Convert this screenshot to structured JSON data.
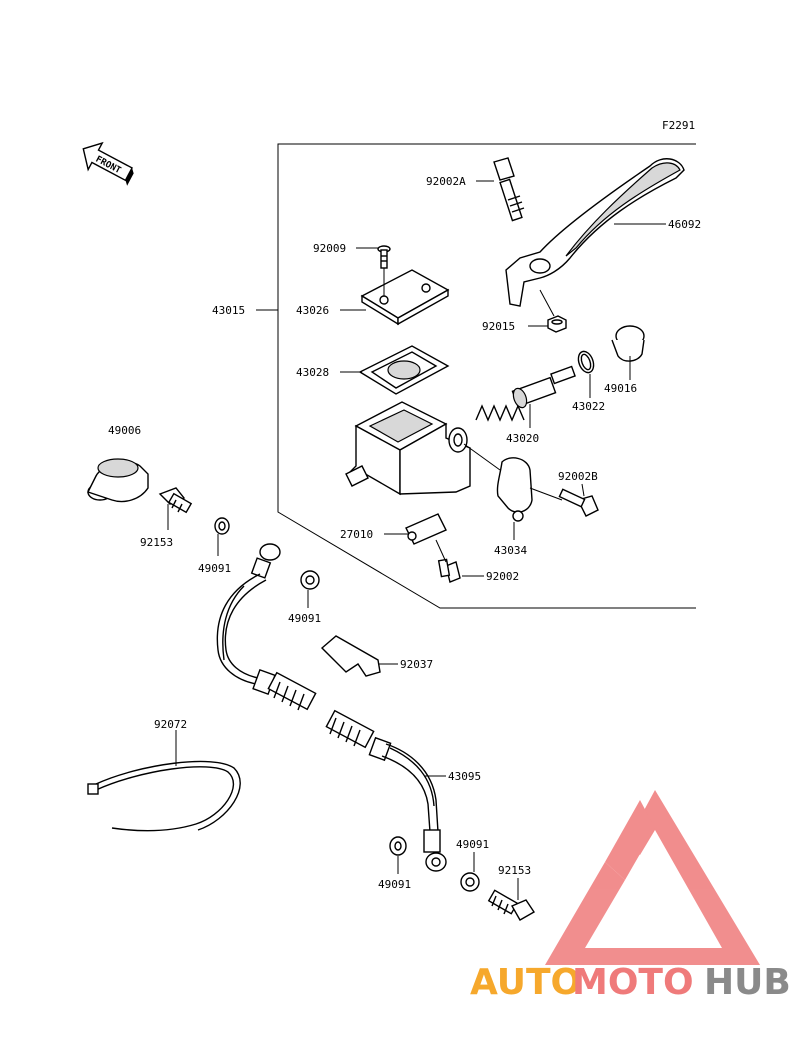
{
  "diagram": {
    "code": "F2291",
    "front_label": "FRONT",
    "parts": {
      "p92002A": "92002A",
      "p46092": "46092",
      "p92009": "92009",
      "p43015": "43015",
      "p43026": "43026",
      "p92015": "92015",
      "p43028": "43028",
      "p49016": "49016",
      "p43022": "43022",
      "p43020": "43020",
      "p49006": "49006",
      "p92002B": "92002B",
      "p92153a": "92153",
      "p27010": "27010",
      "p43034": "43034",
      "p49091a": "49091",
      "p92002": "92002",
      "p49091b": "49091",
      "p92037": "92037",
      "p92072": "92072",
      "p43095": "43095",
      "p49091c": "49091",
      "p92153b": "92153",
      "p49091d": "49091"
    }
  },
  "watermark": {
    "text_part1": "AUTO",
    "text_part2": "MOTO",
    "text_part3": "HUB",
    "colors": {
      "auto": "#f6a82c",
      "moto": "#ef7a7a",
      "hub": "#8a8a8a",
      "logo": "#ef7a7a"
    }
  }
}
